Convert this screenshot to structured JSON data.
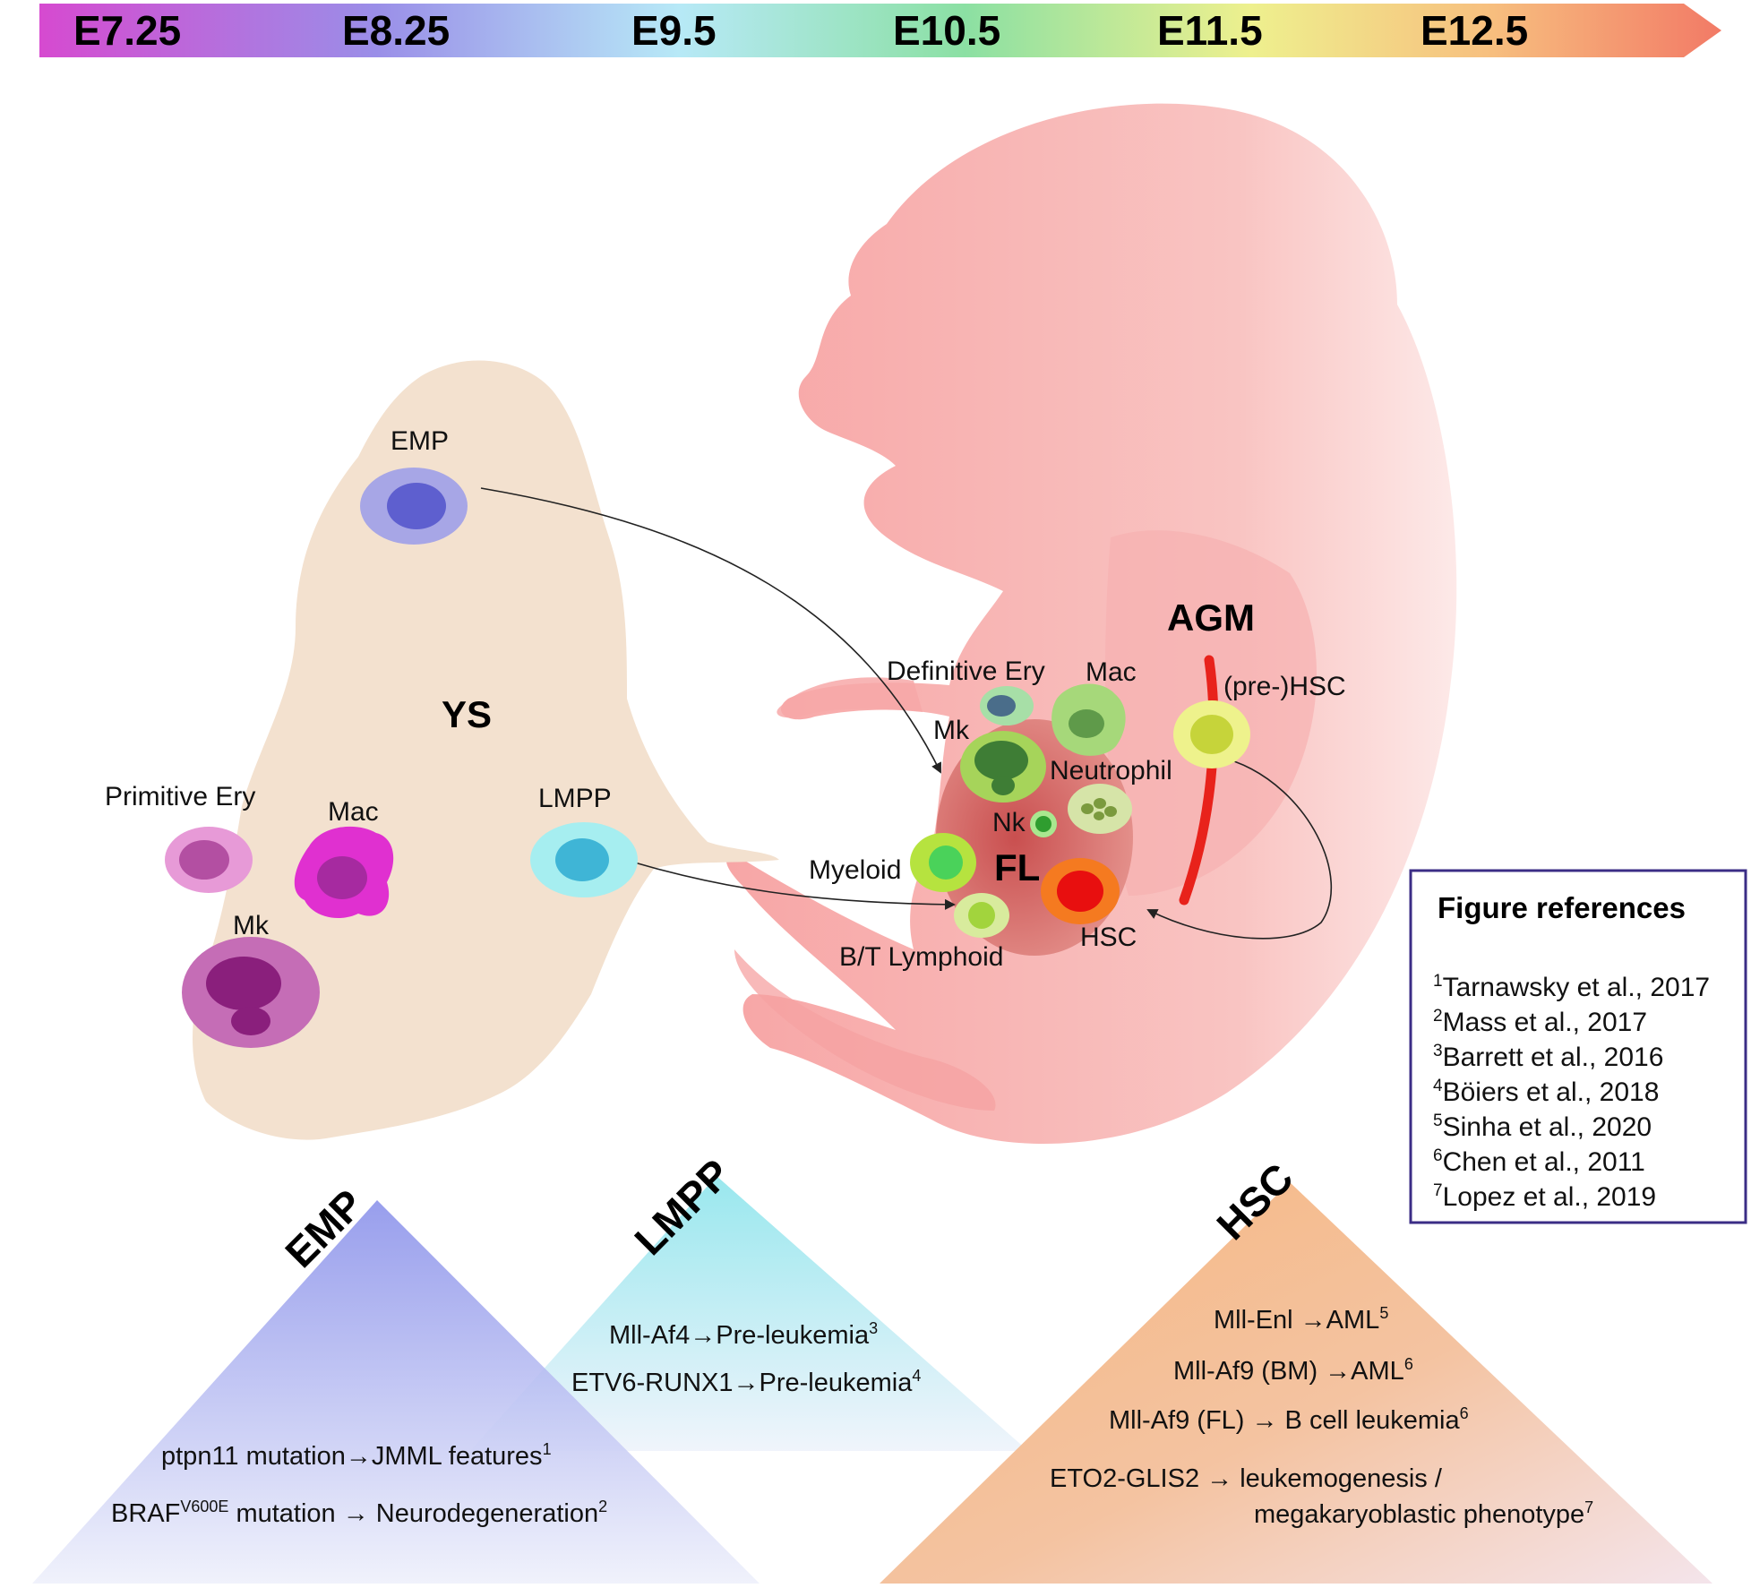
{
  "timeline": [
    "E7.25",
    "E8.25",
    "E9.5",
    "E10.5",
    "E11.5",
    "E12.5"
  ],
  "regions": {
    "ys": "YS",
    "fl": "FL",
    "agm": "AGM"
  },
  "ys_cells": {
    "emp": "EMP",
    "primitive_ery": "Primitive Ery",
    "mac": "Mac",
    "mk": "Mk",
    "lmpp": "LMPP"
  },
  "fl_cells": {
    "definitive_ery": "Definitive Ery",
    "mac": "Mac",
    "mk": "Mk",
    "neutrophil": "Neutrophil",
    "nk": "Nk",
    "myeloid": "Myeloid",
    "bt_lymphoid": "B/T Lymphoid",
    "hsc": "HSC"
  },
  "agm_cells": {
    "pre_hsc": "(pre-)HSC"
  },
  "references": {
    "title": "Figure references",
    "items": [
      {
        "num": "1",
        "text": "Tarnawsky et al., 2017"
      },
      {
        "num": "2",
        "text": "Mass et al., 2017"
      },
      {
        "num": "3",
        "text": "Barrett et al., 2016"
      },
      {
        "num": "4",
        "text": "Böiers et al., 2018"
      },
      {
        "num": "5",
        "text": "Sinha et al., 2020"
      },
      {
        "num": "6",
        "text": "Chen et al., 2011"
      },
      {
        "num": "7",
        "text": "Lopez et al., 2019"
      }
    ]
  },
  "triangles": {
    "emp": {
      "title": "EMP",
      "lines": [
        {
          "a": "ptpn11 mutation",
          "arrow": "→",
          "b": "JMML features",
          "sup": "1"
        },
        {
          "a": "BRAF",
          "sup_a": "V600E",
          "a2": " mutation ",
          "arrow": "→",
          "b": " Neurodegeneration",
          "sup": "2"
        }
      ]
    },
    "lmpp": {
      "title": "LMPP",
      "lines": [
        {
          "a": "Mll-Af4",
          "arrow": "→",
          "b": "Pre-leukemia",
          "sup": "3"
        },
        {
          "a": "ETV6-RUNX1",
          "arrow": "→",
          "b": "Pre-leukemia",
          "sup": "4"
        }
      ]
    },
    "hsc": {
      "title": "HSC",
      "lines": [
        {
          "a": "Mll-Enl ",
          "arrow": "→",
          "b": "AML",
          "sup": "5"
        },
        {
          "a": "Mll-Af9 (BM) ",
          "arrow": "→",
          "b": "AML",
          "sup": "6"
        },
        {
          "a": "Mll-Af9 (FL) ",
          "arrow": "→",
          "b": " B cell leukemia",
          "sup": "6"
        },
        {
          "a": "ETO2-GLIS2 ",
          "arrow": "→",
          "b": " leukemogenesis /"
        },
        {
          "b": "megakaryoblastic phenotype",
          "sup": "7"
        }
      ]
    }
  },
  "colors": {
    "ys": "#f3e1cf",
    "embryo": "#f9b8b6",
    "fl": "#d97a74",
    "agm_line": "#e8221b",
    "ref_border": "#3b2d86",
    "emp_tri": "#8f96ea",
    "lmpp_tri": "#8ee2ea",
    "hsc_tri": "#f2b27e"
  }
}
